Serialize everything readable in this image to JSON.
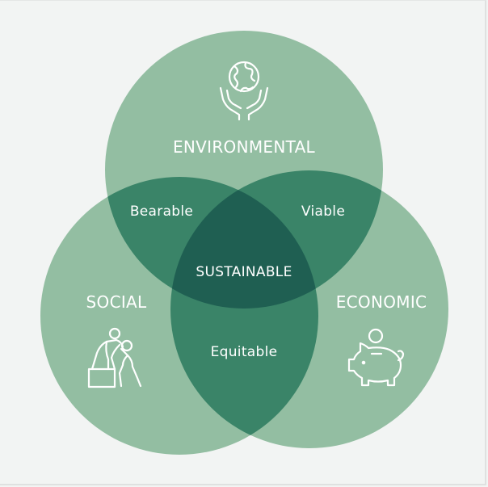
{
  "diagram": {
    "type": "venn",
    "colors": {
      "background": "#f2f4f3",
      "circle": "#93bea2",
      "pair_overlap": "#3a8468",
      "center_overlap": "#1f5f52",
      "text": "#ffffff"
    },
    "circles": [
      {
        "id": "environmental",
        "label": "ENVIRONMENTAL",
        "icon": "globe-in-hands-icon"
      },
      {
        "id": "social",
        "label": "SOCIAL",
        "icon": "helping-hand-people-icon"
      },
      {
        "id": "economic",
        "label": "ECONOMIC",
        "icon": "piggy-bank-coin-icon"
      }
    ],
    "overlaps": {
      "environmental_social": "Bearable",
      "environmental_economic": "Viable",
      "social_economic": "Equitable",
      "all": "SUSTAINABLE"
    }
  }
}
